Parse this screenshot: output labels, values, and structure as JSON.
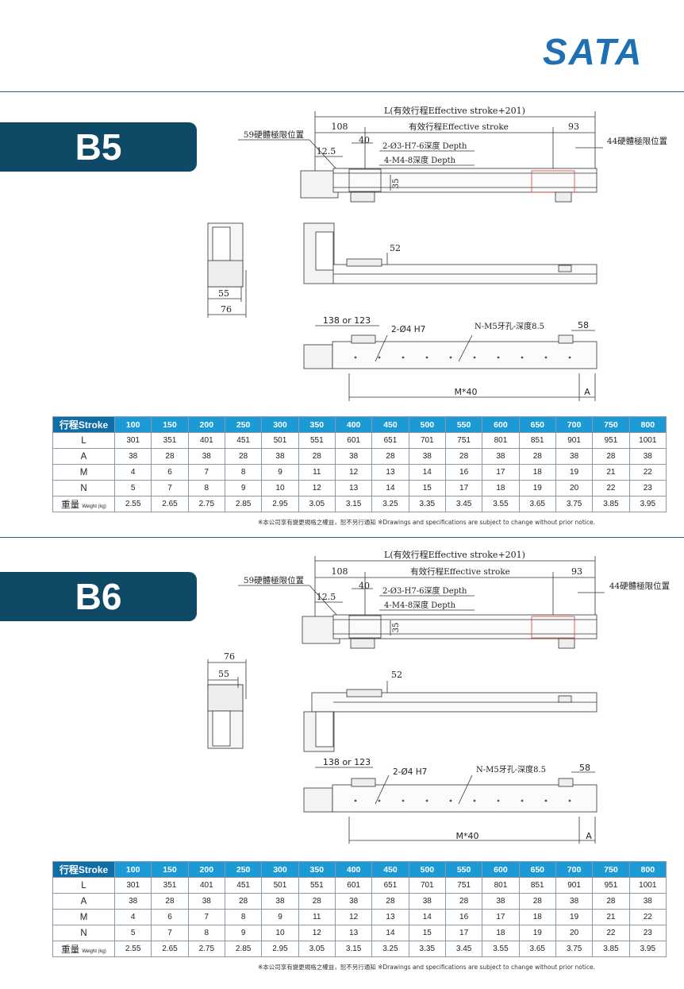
{
  "brand": {
    "logo_text": "SATA",
    "color": "#1f6fb3"
  },
  "sections": [
    {
      "model": "B5",
      "dims": {
        "overall": "L(有效行程Effective stroke+201)",
        "left_108": "108",
        "stroke": "有效行程Effective stroke",
        "right_93": "93",
        "left_limit": "59硬體極限位置",
        "right_limit": "44硬體極限位置",
        "d40": "40",
        "d12_5": "12.5",
        "pin_note": "2-Ø3-H7-6深度 Depth",
        "thread_note": "4-M4-8深度 Depth",
        "d35": "35",
        "d52": "52",
        "d55": "55",
        "d76": "76",
        "d138": "138 or 123",
        "hole_note": "2-Ø4 H7",
        "nm5_note": "N-M5牙孔-深度8.5",
        "d58": "58",
        "m40": "M*40",
        "a": "A"
      }
    },
    {
      "model": "B6",
      "dims": {
        "overall": "L(有效行程Effective stroke+201)",
        "left_108": "108",
        "stroke": "有效行程Effective stroke",
        "right_93": "93",
        "left_limit": "59硬體極限位置",
        "right_limit": "44硬體極限位置",
        "d40": "40",
        "d12_5": "12.5",
        "pin_note": "2-Ø3-H7-6深度 Depth",
        "thread_note": "4-M4-8深度 Depth",
        "d35": "35",
        "d52": "52",
        "d55": "55",
        "d76": "76",
        "d138": "138 or 123",
        "hole_note": "2-Ø4 H7",
        "nm5_note": "N-M5牙孔-深度8.5",
        "d58": "58",
        "m40": "M*40",
        "a": "A"
      }
    }
  ],
  "table": {
    "header_label": "行程Stroke",
    "strokes": [
      "100",
      "150",
      "200",
      "250",
      "300",
      "350",
      "400",
      "450",
      "500",
      "550",
      "600",
      "650",
      "700",
      "750",
      "800"
    ],
    "rows": [
      {
        "label": "L",
        "values": [
          "301",
          "351",
          "401",
          "451",
          "501",
          "551",
          "601",
          "651",
          "701",
          "751",
          "801",
          "851",
          "901",
          "951",
          "1001"
        ]
      },
      {
        "label": "A",
        "values": [
          "38",
          "28",
          "38",
          "28",
          "38",
          "28",
          "38",
          "28",
          "38",
          "28",
          "38",
          "28",
          "38",
          "28",
          "38"
        ]
      },
      {
        "label": "M",
        "values": [
          "4",
          "6",
          "7",
          "8",
          "9",
          "11",
          "12",
          "13",
          "14",
          "16",
          "17",
          "18",
          "19",
          "21",
          "22"
        ]
      },
      {
        "label": "N",
        "values": [
          "5",
          "7",
          "8",
          "9",
          "10",
          "12",
          "13",
          "14",
          "15",
          "17",
          "18",
          "19",
          "20",
          "22",
          "23"
        ]
      }
    ],
    "weight_label": "重量",
    "weight_unit": "Weight (kg)",
    "weights": [
      "2.55",
      "2.65",
      "2.75",
      "2.85",
      "2.95",
      "3.05",
      "3.15",
      "3.25",
      "3.35",
      "3.45",
      "3.55",
      "3.65",
      "3.75",
      "3.85",
      "3.95"
    ],
    "header_color": "#1b9ad6"
  },
  "notice": "※本公司享有變更規格之權益，恕不另行通知 ※Drawings and specifications are subject to change without prior notice."
}
